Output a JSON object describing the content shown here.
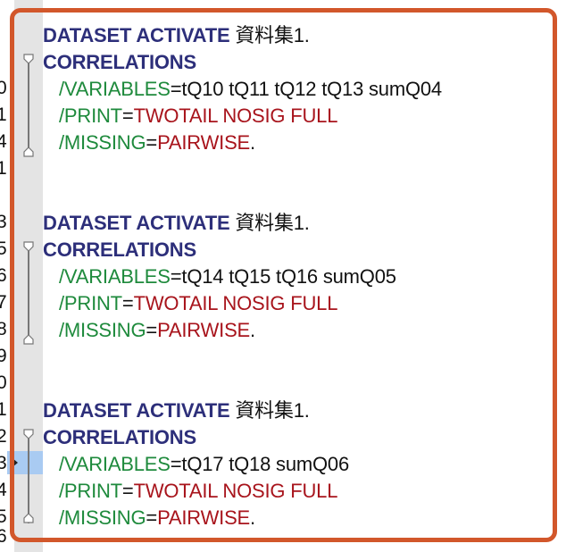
{
  "gutter": {
    "line_number_fragments": [
      "0",
      "1",
      "4",
      "1",
      "3",
      "5",
      "6",
      "7",
      "8",
      "9",
      "0",
      "1",
      "2",
      "3",
      "4",
      "5",
      "6"
    ]
  },
  "colors": {
    "keyword": "#2d2f7a",
    "subcommand": "#1e8a3c",
    "value": "#a8141c",
    "frame": "#d2572b",
    "current_line": "#a9cbf2"
  },
  "blocks": [
    {
      "dataset_kw": "DATASET ACTIVATE",
      "dataset_name": " 資料集1.",
      "command": "CORRELATIONS",
      "variables_kw": "/VARIABLES",
      "variables_eq": "=tQ10 tQ11 tQ12 tQ13 sumQ04",
      "print_kw": "/PRINT",
      "print_eq": "=",
      "print_val": "TWOTAIL NOSIG FULL",
      "missing_kw": "/MISSING",
      "missing_eq": "=",
      "missing_val": "PAIRWISE",
      "missing_end": "."
    },
    {
      "dataset_kw": "DATASET ACTIVATE",
      "dataset_name": " 資料集1.",
      "command": "CORRELATIONS",
      "variables_kw": "/VARIABLES",
      "variables_eq": "=tQ14 tQ15 tQ16 sumQ05",
      "print_kw": "/PRINT",
      "print_eq": "=",
      "print_val": "TWOTAIL NOSIG FULL",
      "missing_kw": "/MISSING",
      "missing_eq": "=",
      "missing_val": "PAIRWISE",
      "missing_end": "."
    },
    {
      "dataset_kw": "DATASET ACTIVATE",
      "dataset_name": " 資料集1.",
      "command": "CORRELATIONS",
      "variables_kw": "/VARIABLES",
      "variables_eq": "=tQ17 tQ18 sumQ06",
      "print_kw": "/PRINT",
      "print_eq": "=",
      "print_val": "TWOTAIL NOSIG FULL",
      "missing_kw": "/MISSING",
      "missing_eq": "=",
      "missing_val": "PAIRWISE",
      "missing_end": "."
    }
  ]
}
